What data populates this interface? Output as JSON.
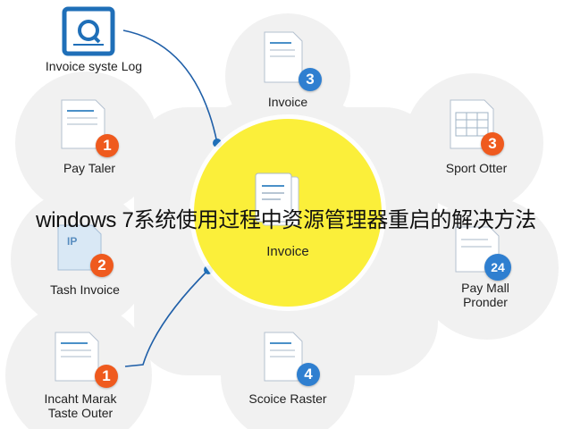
{
  "banner": {
    "text": "windows 7系统使用过程中资源管理器重启的解决方法"
  },
  "center": {
    "label": "Invoice",
    "color": "#fbef3a"
  },
  "top_left": {
    "label": "Invoice syste Log",
    "icon": "invoice-search-icon",
    "accent": "#1f6fb8"
  },
  "nodes": [
    {
      "id": "invoice-top",
      "label": "Invoice",
      "badge": "3",
      "badge_color": "#2f7fd0"
    },
    {
      "id": "pay-taler",
      "label": "Pay Taler",
      "badge": "1",
      "badge_color": "#ef5a1e"
    },
    {
      "id": "sport-otter",
      "label": "Sport Otter",
      "badge": "3",
      "badge_color": "#ef5a1e"
    },
    {
      "id": "tash-invoice",
      "label": "Tash Invoice",
      "badge": "2",
      "badge_color": "#ef5a1e",
      "doc_tag": "IP"
    },
    {
      "id": "pay-mall",
      "label": "Pay Mall\nPronder",
      "badge": "24",
      "badge_color": "#2f7fd0"
    },
    {
      "id": "incaht-marak",
      "label": "Incaht Marak\nTaste Outer",
      "badge": "1",
      "badge_color": "#ef5a1e"
    },
    {
      "id": "scoice-raster",
      "label": "Scoice Raster",
      "badge": "4",
      "badge_color": "#2f7fd0"
    }
  ]
}
